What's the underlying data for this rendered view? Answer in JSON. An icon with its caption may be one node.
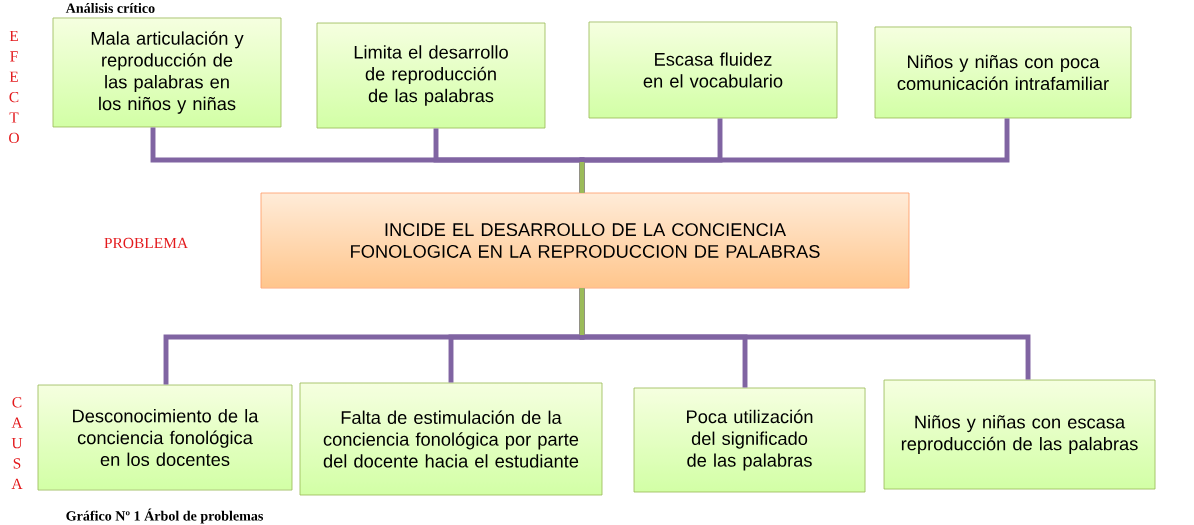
{
  "diagram": {
    "title": "Análisis crítico",
    "caption": "Gráfico Nº 1 Árbol de problemas",
    "nodes": [
      {
        "text": [
          "Mala articulación y reproducción de las palabras en los niños y niñas"
        ]
      },
      {
        "text": [
          "Limita el desarrollo de reproducción de las palabras"
        ]
      },
      {
        "text": [
          "Escasa fluidez en el vocabulario"
        ]
      },
      {
        "text": [
          "Niños y niñas con poca comunicación intrafamiliar"
        ]
      },
      {
        "text": [
          "INCIDE EL DESARROLLO DE LA CONCIENCIA FONOLOGICA EN LA REPRODUCCION DE PALABRAS"
        ]
      },
      {
        "text": [
          "Desconocimiento de la conciencia fonológica en los docentes"
        ]
      },
      {
        "text": [
          "Falta de estimulación de la conciencia fonológica por parte del docente hacia el estudiante"
        ]
      },
      {
        "text": [
          "Poca utilización del significado de las palabras"
        ]
      },
      {
        "text": [
          "Niños y niñas con escasa reproducción de las palabras"
        ]
      }
    ],
    "edges": [
      {
        "from": 4,
        "to": 0,
        "arrow": "none"
      },
      {
        "from": 4,
        "to": 1,
        "arrow": "none"
      },
      {
        "from": 4,
        "to": 2,
        "arrow": "none"
      },
      {
        "from": 4,
        "to": 3,
        "arrow": "none"
      },
      {
        "from": 4,
        "to": 5,
        "arrow": "none"
      },
      {
        "from": 4,
        "to": 6,
        "arrow": "none"
      },
      {
        "from": 4,
        "to": 7,
        "arrow": "none"
      },
      {
        "from": 4,
        "to": 8,
        "arrow": "none"
      }
    ],
    "labels": [
      "E F E C T O",
      "PROBLEMA",
      "C A U S A"
    ]
  }
}
